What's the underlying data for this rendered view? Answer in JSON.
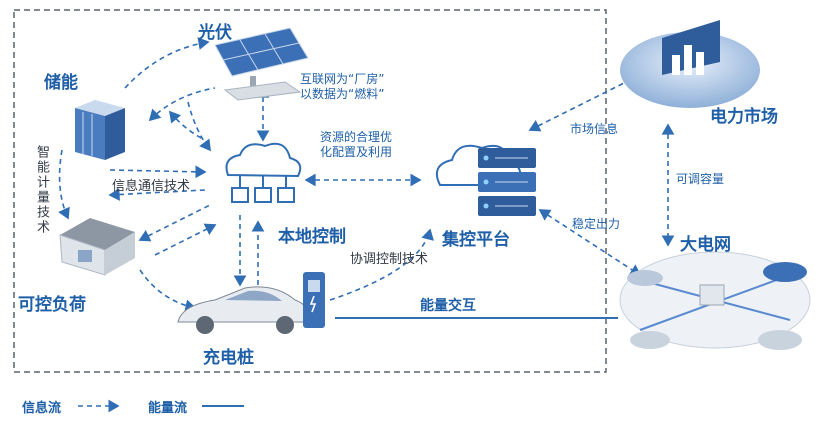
{
  "nodes": {
    "pv": "光伏",
    "storage": "储能",
    "load": "可控负荷",
    "charger": "充电桩",
    "local": "本地控制",
    "platform": "集控平台",
    "market": "电力市场",
    "grid": "大电网"
  },
  "annotations": {
    "internet": "互联网为“厂房”\n以数据为“燃料”",
    "resource": "资源的合理优\n化配置及利用",
    "info_comm": "信息通信技术",
    "smart_meter": "智能计量技术",
    "coord": "协调控制技术",
    "market_info": "市场信息",
    "stable_output": "稳定出力",
    "adjustable": "可调容量",
    "energy_exchange": "能量交互"
  },
  "legend": {
    "info_flow": "信息流",
    "energy_flow": "能量流"
  },
  "colors": {
    "accent": "#1f5fa8",
    "line": "#2f6db5",
    "light": "#dce8f7",
    "grey": "#b8c2cc"
  }
}
